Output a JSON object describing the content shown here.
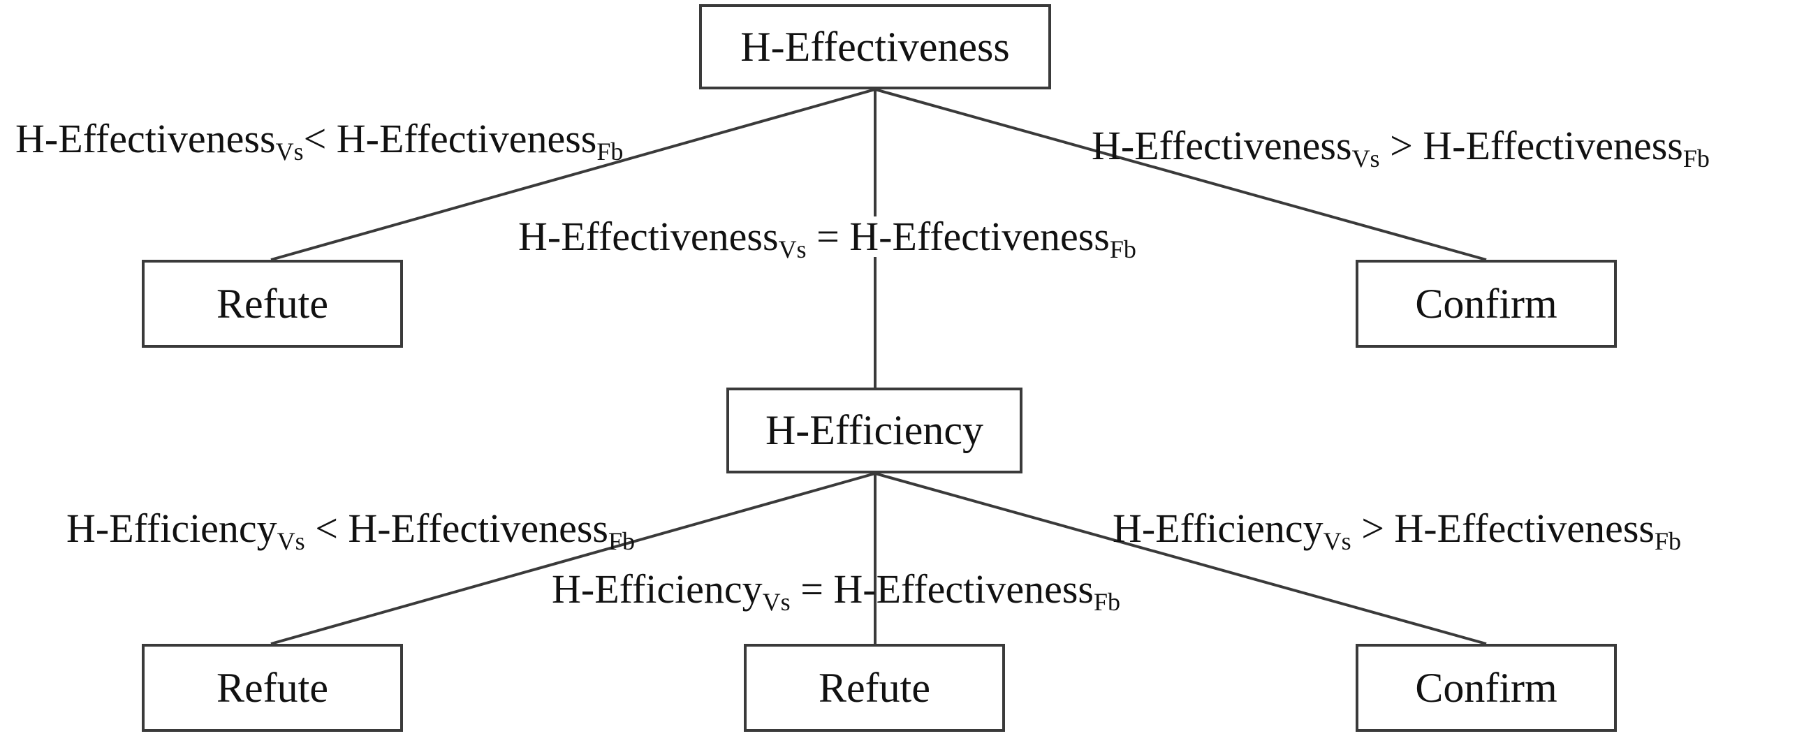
{
  "nodes": {
    "root": "H-Effectiveness",
    "refute_1": "Refute",
    "confirm_1": "Confirm",
    "mid": "H-Efficiency",
    "refute_2": "Refute",
    "refute_3": "Refute",
    "confirm_2": "Confirm"
  },
  "edges": {
    "e1": {
      "main": "H-Effectiveness",
      "sub1": "Vs",
      "op": "<",
      "main2": "H-Effectiveness",
      "sub2": "Fb"
    },
    "e2": {
      "main": "H-Effectiveness",
      "sub1": "Vs",
      "op": "=",
      "main2": "H-Effectiveness",
      "sub2": "Fb"
    },
    "e3": {
      "main": "H-Effectiveness",
      "sub1": "Vs",
      "op": ">",
      "main2": "H-Effectiveness",
      "sub2": "Fb"
    },
    "e4": {
      "main": "H-Efficiency",
      "sub1": "Vs",
      "op": "<",
      "main2": "H-Effectiveness",
      "sub2": "Fb"
    },
    "e5": {
      "main": "H-Efficiency",
      "sub1": "Vs",
      "op": "=",
      "main2": "H-Effectiveness",
      "sub2": "Fb"
    },
    "e6": {
      "main": "H-Efficiency",
      "sub1": "Vs",
      "op": ">",
      "main2": "H-Effectiveness",
      "sub2": "Fb"
    }
  }
}
